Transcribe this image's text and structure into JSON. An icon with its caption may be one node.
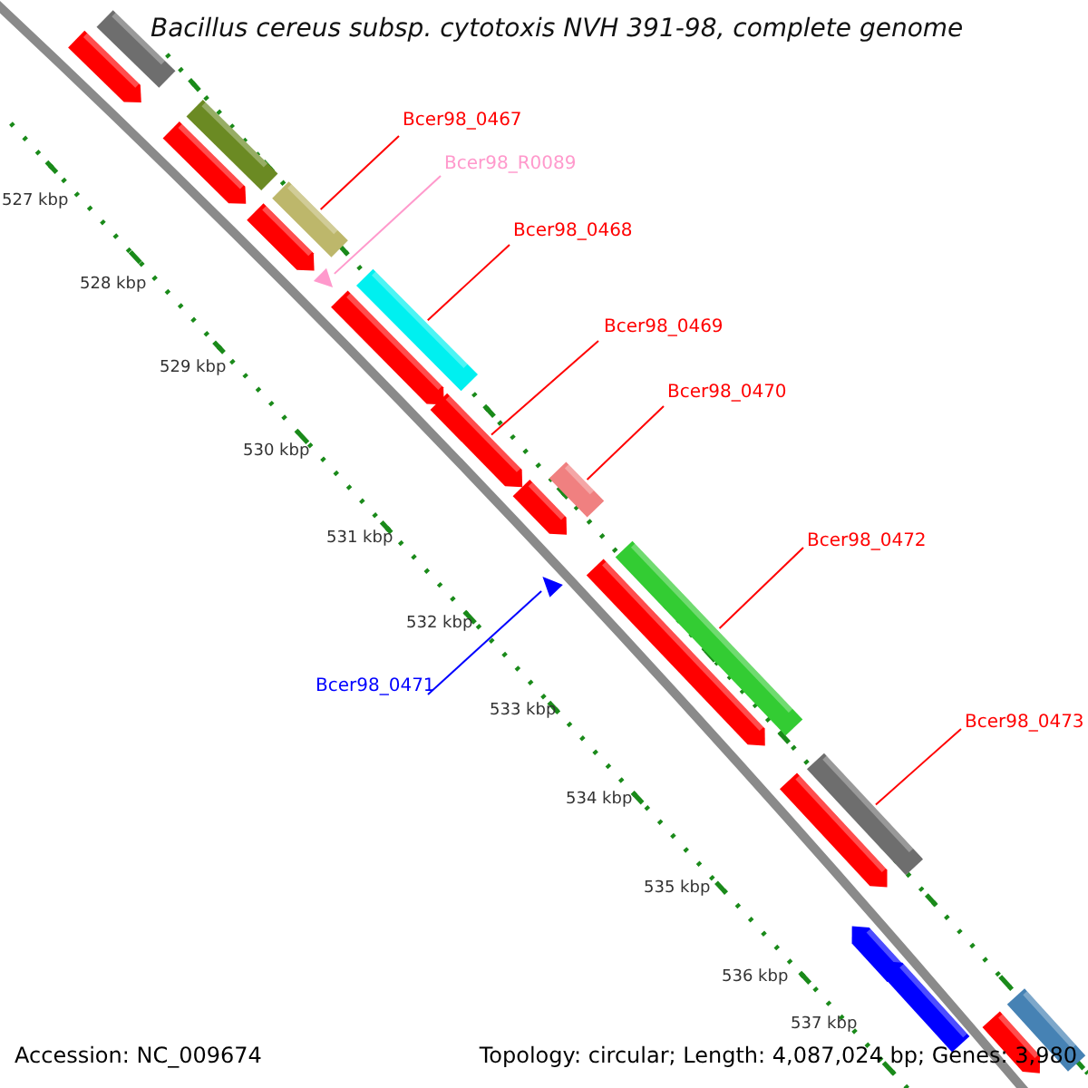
{
  "diagram": {
    "title": "Bacillus cereus subsp. cytotoxis NVH 391-98, complete genome",
    "nodes": [
      {
        "text": [
          "Bcer98_0467"
        ]
      },
      {
        "text": [
          "Bcer98_R0089"
        ]
      },
      {
        "text": [
          "Bcer98_0468"
        ]
      },
      {
        "text": [
          "Bcer98_0469"
        ]
      },
      {
        "text": [
          "Bcer98_0470"
        ]
      },
      {
        "text": [
          "Bcer98_0472"
        ]
      },
      {
        "text": [
          "Bcer98_0471"
        ]
      },
      {
        "text": [
          "Bcer98_0473"
        ]
      },
      {
        "text": [],
        "shape": "bar"
      },
      {
        "text": [],
        "shape": "arrow"
      },
      {
        "text": [],
        "shape": "bar"
      },
      {
        "text": [],
        "shape": "arrow"
      },
      {
        "text": [],
        "shape": "bar"
      },
      {
        "text": [],
        "shape": "arrow"
      },
      {
        "text": [],
        "shape": "triangle"
      },
      {
        "text": [],
        "shape": "bar"
      },
      {
        "text": [],
        "shape": "arrow"
      },
      {
        "text": [],
        "shape": "arrow"
      },
      {
        "text": [],
        "shape": "bar"
      },
      {
        "text": [],
        "shape": "arrow"
      },
      {
        "text": [],
        "shape": "triangle"
      },
      {
        "text": [],
        "shape": "bar"
      },
      {
        "text": [],
        "shape": "arrow"
      },
      {
        "text": [],
        "shape": "bar"
      },
      {
        "text": [],
        "shape": "arrow"
      },
      {
        "text": [],
        "shape": "arrow"
      },
      {
        "text": [],
        "shape": "arrow"
      },
      {
        "text": [],
        "shape": "bar"
      },
      {
        "text": [],
        "shape": "arrow"
      }
    ],
    "edges": [
      {
        "from": 0,
        "to": 12,
        "arrow": "none"
      },
      {
        "from": 1,
        "to": 14,
        "arrow": "none",
        "color": "#ff99cc"
      },
      {
        "from": 2,
        "to": 15,
        "arrow": "none"
      },
      {
        "from": 3,
        "to": 17,
        "arrow": "none"
      },
      {
        "from": 4,
        "to": 18,
        "arrow": "none"
      },
      {
        "from": 5,
        "to": 21,
        "arrow": "none"
      },
      {
        "from": 6,
        "to": 20,
        "arrow": "none",
        "color": "#0000ff"
      },
      {
        "from": 7,
        "to": 23,
        "arrow": "none"
      }
    ],
    "labels": [
      "527 kbp",
      "528 kbp",
      "529 kbp",
      "530 kbp",
      "531 kbp",
      "532 kbp",
      "533 kbp",
      "534 kbp",
      "535 kbp",
      "536 kbp",
      "537 kbp",
      "Accession: NC_009674",
      "Topology: circular; Length: 4,087,024 bp; Genes: 3,980"
    ]
  }
}
